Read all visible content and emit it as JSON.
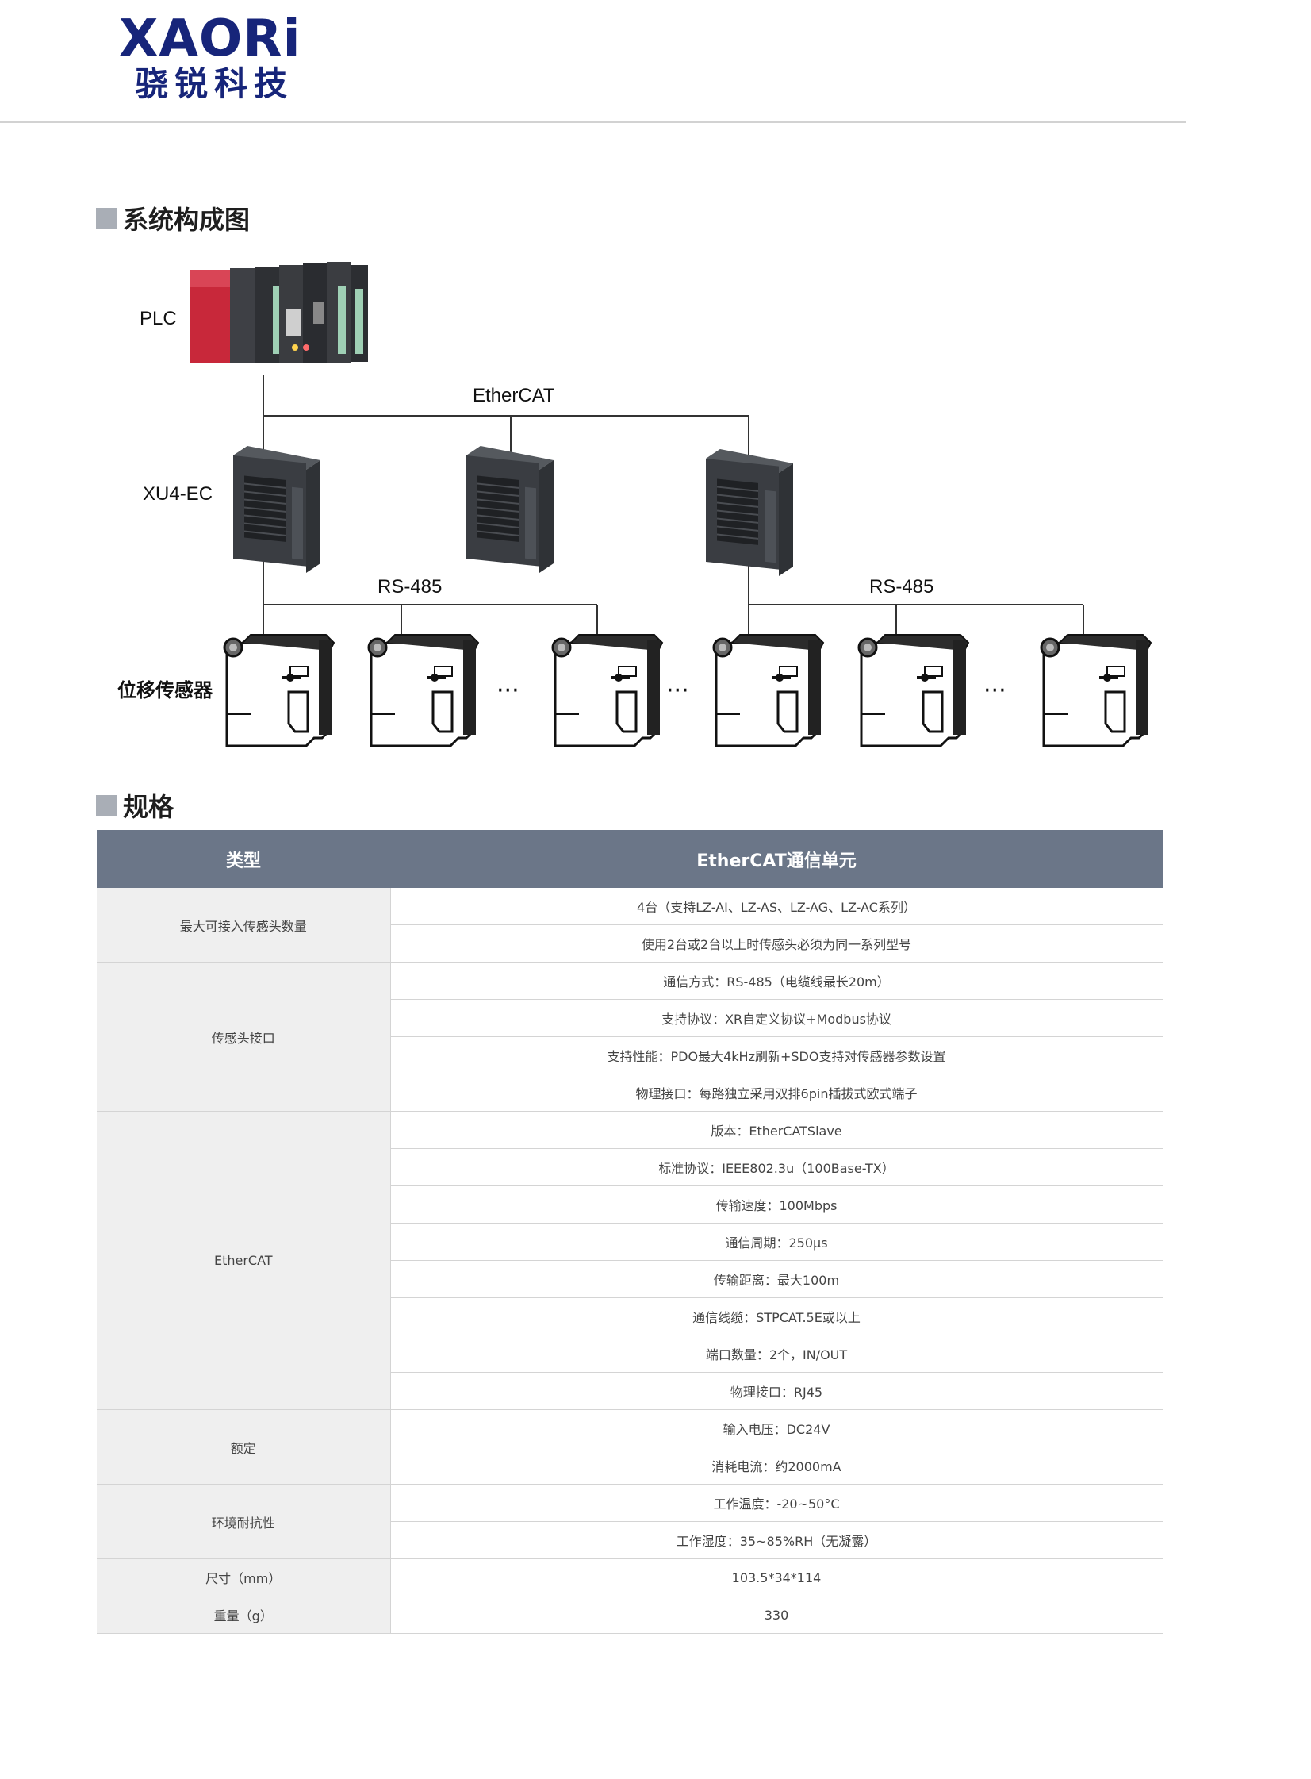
{
  "brand": {
    "logo_en": "XAORi",
    "logo_cn": "骁锐科技"
  },
  "sections": {
    "diagram_title": "系统构成图",
    "spec_title": "规格"
  },
  "diagram": {
    "plc_label": "PLC",
    "ethercat_label": "EtherCAT",
    "unit_label": "XU4-EC",
    "rs485_left": "RS-485",
    "rs485_right": "RS-485",
    "sensor_label": "位移传感器",
    "ellipsis": "···"
  },
  "table": {
    "header": {
      "col1": "类型",
      "col2": "EtherCAT通信单元"
    },
    "groups": [
      {
        "category": "最大可接入传感头数量",
        "values": [
          "4台（支持LZ-AI、LZ-AS、LZ-AG、LZ-AC系列）",
          "使用2台或2台以上时传感头必须为同一系列型号"
        ]
      },
      {
        "category": "传感头接口",
        "values": [
          "通信方式：RS-485（电缆线最长20m）",
          "支持协议：XR自定义协议+Modbus协议",
          "支持性能：PDO最大4kHz刷新+SDO支持对传感器参数设置",
          "物理接口：每路独立采用双排6pin插拔式欧式端子"
        ]
      },
      {
        "category": "EtherCAT",
        "values": [
          "版本：EtherCATSlave",
          "标准协议：IEEE802.3u（100Base-TX）",
          "传输速度：100Mbps",
          "通信周期：250μs",
          "传输距离：最大100m",
          "通信线缆：STPCAT.5E或以上",
          "端口数量：2个，IN/OUT",
          "物理接口：RJ45"
        ]
      },
      {
        "category": "额定",
        "values": [
          "输入电压：DC24V",
          "消耗电流：约2000mA"
        ]
      },
      {
        "category": "环境耐抗性",
        "values": [
          "工作温度：-20~50°C",
          "工作湿度：35~85%RH（无凝露）"
        ]
      },
      {
        "category": "尺寸（mm）",
        "values": [
          "103.5*34*114"
        ]
      },
      {
        "category": "重量（g）",
        "values": [
          "330"
        ]
      }
    ]
  },
  "colors": {
    "brand": "#17257a",
    "table_header": "#6b7688",
    "category_bg": "#efefef",
    "section_square": "#a9aeb6"
  }
}
